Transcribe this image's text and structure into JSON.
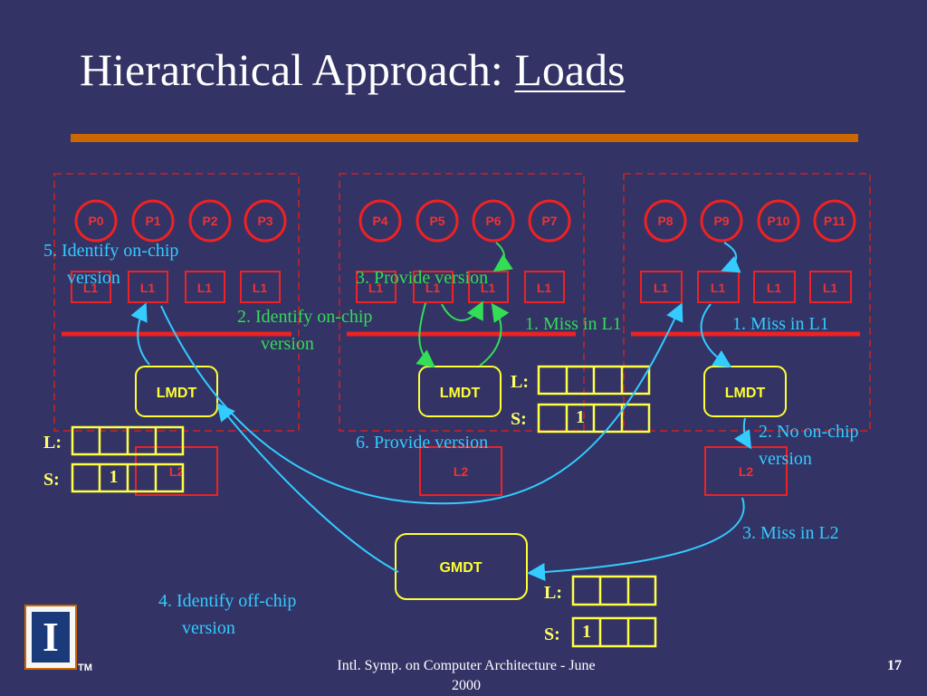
{
  "title": {
    "main": "Hierarchical Approach: ",
    "underlined": "Loads"
  },
  "chips": [
    {
      "procs": [
        "P0",
        "P1",
        "P2",
        "P3"
      ],
      "l1": [
        "L1",
        "L1",
        "L1",
        "L1"
      ],
      "lmdt": "LMDT",
      "l2": "L2"
    },
    {
      "procs": [
        "P4",
        "P5",
        "P6",
        "P7"
      ],
      "l1": [
        "L1",
        "L1",
        "L1",
        "L1"
      ],
      "lmdt": "LMDT",
      "l2": "L2"
    },
    {
      "procs": [
        "P8",
        "P9",
        "P10",
        "P11"
      ],
      "l1": [
        "L1",
        "L1",
        "L1",
        "L1"
      ],
      "lmdt": "LMDT",
      "l2": "L2"
    }
  ],
  "gmdt": "GMDT",
  "tables": {
    "left": {
      "l_label": "L:",
      "s_label": "S:",
      "s_value": "1"
    },
    "middle": {
      "l_label": "L:",
      "s_label": "S:",
      "s_value": "1"
    },
    "bottom": {
      "l_label": "L:",
      "s_label": "S:",
      "s_value": "1"
    }
  },
  "steps": {
    "identify_onchip_5": "5. Identify on-chip",
    "identify_onchip_5_b": "version",
    "provide_version_3": "3. Provide version",
    "identify_onchip_2": "2. Identify on-chip",
    "identify_onchip_2_b": "version",
    "miss_l1_mid": "1. Miss in L1",
    "miss_l1_right": "1. Miss in L1",
    "no_onchip": "2. No on-chip",
    "no_onchip_b": "version",
    "provide_version_6": "6. Provide version",
    "miss_l2": "3. Miss in L2",
    "identify_offchip_4": "4. Identify off-chip",
    "identify_offchip_4_b": "version"
  },
  "footer": {
    "conference": "Intl. Symp. on Computer Architecture - June",
    "year": "2000",
    "page": "17",
    "tm": "TM",
    "logo_letter": "I"
  },
  "colors": {
    "background": "#333366",
    "rule": "#cc6600",
    "chip_red": "#cc2222",
    "yellow": "#ffff66",
    "green": "#33dd55",
    "cyan": "#33ccff"
  }
}
